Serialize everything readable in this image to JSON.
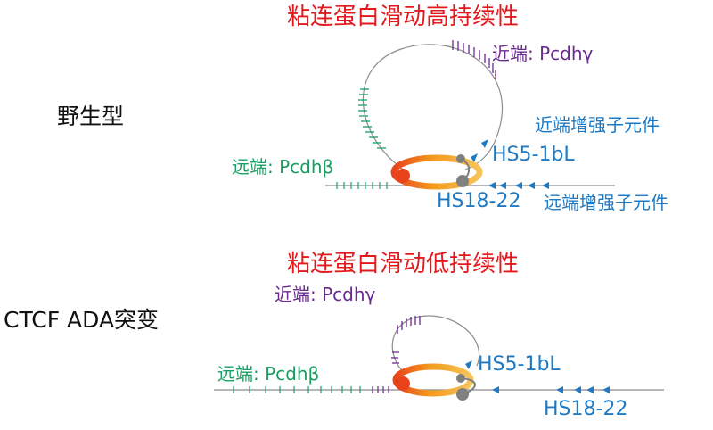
{
  "panels": [
    {
      "title": "粘连蛋白滑动高持续性",
      "condition": "野生型",
      "proximal_label": "近端: Pcdhγ",
      "distal_label": "远端: Pcdhβ",
      "proximal_enhancer_label": "近端增强子元件",
      "hs5_label": "HS5-1bL",
      "hs18_label": "HS18-22",
      "distal_enhancer_label": "远端增强子元件"
    },
    {
      "title": "粘连蛋白滑动低持续性",
      "condition": "CTCF ADA突变",
      "proximal_label": "近端: Pcdhγ",
      "distal_label": "远端: Pcdhβ",
      "hs5_label": "HS5-1bL",
      "hs18_label": "HS18-22"
    }
  ],
  "colors": {
    "title": "#e3191c",
    "proximal": "#6a2a8e",
    "distal": "#1a9e63",
    "enhancer": "#1f7ac3",
    "cohesin_ring": "#f39a1e",
    "cohesin_core": "#e8431b",
    "chromatin": "#8c8c8c",
    "anchor": "#808080"
  },
  "icons": [
    "cohesin-ring-icon",
    "ctcf-anchor-icon",
    "ctcf-triangle-icon"
  ]
}
